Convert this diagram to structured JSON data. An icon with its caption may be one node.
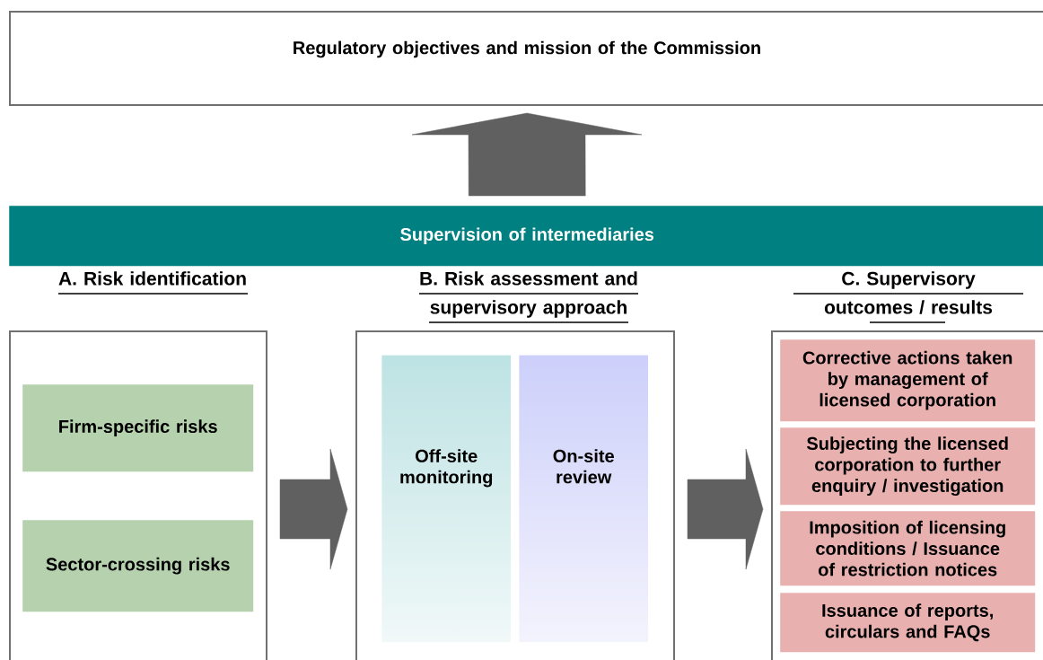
{
  "diagram": {
    "nodes": [
      {
        "text": [
          "Regulatory objectives and mission of the Commission"
        ]
      },
      {
        "text": [
          "Supervision of intermediaries"
        ]
      },
      {
        "text": [
          "A. Risk identification"
        ]
      },
      {
        "text": [
          "Firm-specific risks"
        ],
        "in": 2
      },
      {
        "text": [
          "Sector-crossing risks"
        ],
        "in": 2
      },
      {
        "text": [
          "B. Risk assessment and supervisory approach"
        ]
      },
      {
        "text": [
          "Off-site monitoring"
        ],
        "in": 5
      },
      {
        "text": [
          "On-site review"
        ],
        "in": 5
      },
      {
        "text": [
          "C. Supervisory outcomes / results"
        ]
      },
      {
        "text": [
          "Corrective actions taken by management of licensed corporation"
        ],
        "in": 8
      },
      {
        "text": [
          "Subjecting the licensed corporation to further enquiry / investigation"
        ],
        "in": 8
      },
      {
        "text": [
          "Imposition of licensing conditions / Issuance of restriction notices"
        ],
        "in": 8
      },
      {
        "text": [
          "Issuance of reports, circulars and FAQs"
        ],
        "in": 8
      }
    ],
    "edges": [
      {
        "from": 1,
        "to": 0,
        "arrow": "to"
      },
      {
        "from": 2,
        "to": 5,
        "arrow": "to"
      },
      {
        "from": 5,
        "to": 8,
        "arrow": "to"
      }
    ]
  }
}
